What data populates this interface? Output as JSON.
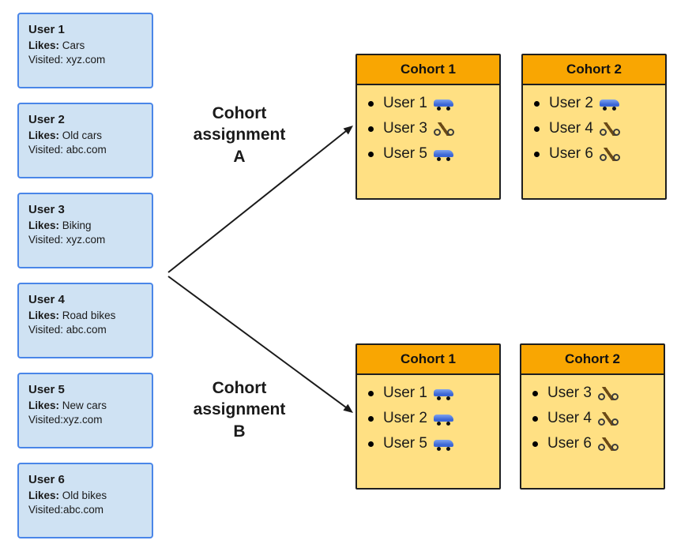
{
  "users": [
    {
      "title": "User 1",
      "likes_label": "Likes:",
      "likes": "Cars",
      "visited": "Visited: xyz.com"
    },
    {
      "title": "User 2",
      "likes_label": "Likes:",
      "likes": "Old cars",
      "visited": "Visited: abc.com"
    },
    {
      "title": "User 3",
      "likes_label": "Likes:",
      "likes": "Biking",
      "visited": "Visited: xyz.com"
    },
    {
      "title": "User 4",
      "likes_label": "Likes:",
      "likes": "Road bikes",
      "visited": "Visited: abc.com"
    },
    {
      "title": "User 5",
      "likes_label": "Likes:",
      "likes": "New cars",
      "visited": "Visited:xyz.com"
    },
    {
      "title": "User 6",
      "likes_label": "Likes:",
      "likes": "Old bikes",
      "visited": "Visited:abc.com"
    }
  ],
  "assignments": [
    {
      "label": "Cohort assignment A",
      "cohorts": [
        {
          "title": "Cohort 1",
          "members": [
            {
              "name": "User 1",
              "icon": "car-icon"
            },
            {
              "name": "User 3",
              "icon": "bike-icon"
            },
            {
              "name": "User 5",
              "icon": "car-icon"
            }
          ]
        },
        {
          "title": "Cohort 2",
          "members": [
            {
              "name": "User 2",
              "icon": "car-icon"
            },
            {
              "name": "User 4",
              "icon": "bike-icon"
            },
            {
              "name": "User 6",
              "icon": "bike-icon"
            }
          ]
        }
      ]
    },
    {
      "label": "Cohort assignment B",
      "cohorts": [
        {
          "title": "Cohort 1",
          "members": [
            {
              "name": "User 1",
              "icon": "car-icon"
            },
            {
              "name": "User 2",
              "icon": "car-icon"
            },
            {
              "name": "User 5",
              "icon": "car-icon"
            }
          ]
        },
        {
          "title": "Cohort 2",
          "members": [
            {
              "name": "User 3",
              "icon": "bike-icon"
            },
            {
              "name": "User 4",
              "icon": "bike-icon"
            },
            {
              "name": "User 6",
              "icon": "bike-icon"
            }
          ]
        }
      ]
    }
  ],
  "colors": {
    "user_card_fill": "#cfe2f3",
    "user_card_border": "#4a86e8",
    "cohort_header": "#f9a602",
    "cohort_body": "#ffe083",
    "arrow": "#1a1a1a"
  }
}
